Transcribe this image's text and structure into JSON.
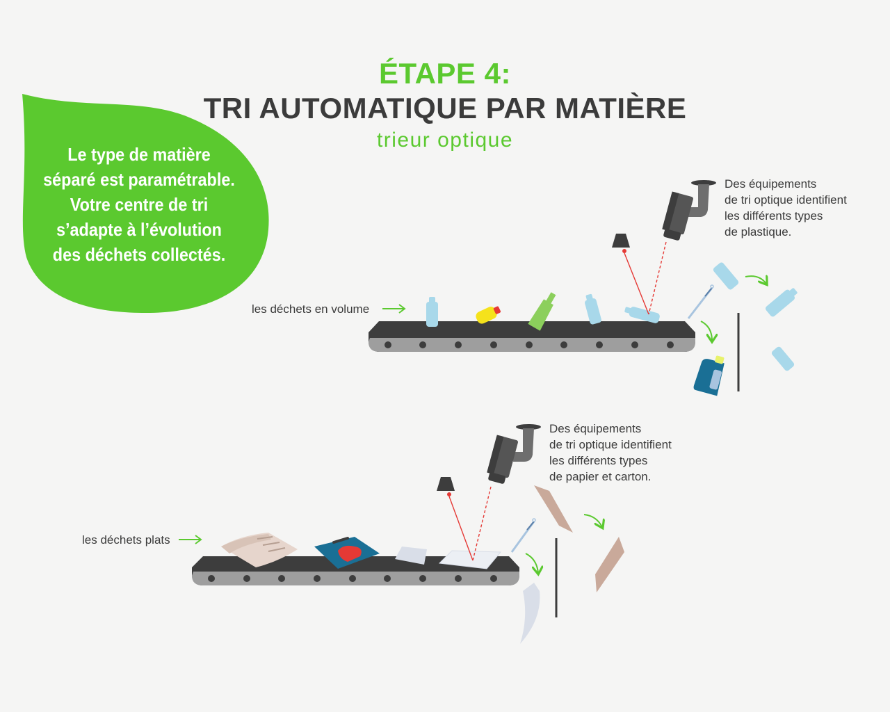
{
  "header": {
    "step": "ÉTAPE 4:",
    "title": "TRI AUTOMATIQUE PAR MATIÈRE",
    "subtitle": "trieur optique"
  },
  "bubble": {
    "lines": [
      "Le type de matière",
      "séparé est paramétrable.",
      "Votre centre de tri",
      "s’adapte à l’évolution",
      "des déchets collectés."
    ]
  },
  "top_line": {
    "input_label": "les déchets en volume",
    "description_lines": [
      "Des équipements",
      "de tri optique identifient",
      "les différents types",
      "de plastique."
    ]
  },
  "bottom_line": {
    "input_label": "les déchets plats",
    "description_lines": [
      "Des équipements",
      "de tri optique identifient",
      "les différents types",
      "de papier et carton."
    ]
  },
  "colors": {
    "green": "#5bc92f",
    "dark": "#3b3b3b",
    "belt": "#3d3d3d",
    "roller": "#9e9e9e",
    "laser": "#e53935",
    "bottle": "#a8d8ea",
    "cardboard": "#c9a99a",
    "paper": "#d9dee8"
  },
  "icons": [
    "speech-bubble",
    "conveyor-belt",
    "optical-sensor",
    "air-nozzle",
    "bottle",
    "newspaper",
    "magazine",
    "paper-sheet",
    "cardboard-sheet",
    "arrow"
  ]
}
